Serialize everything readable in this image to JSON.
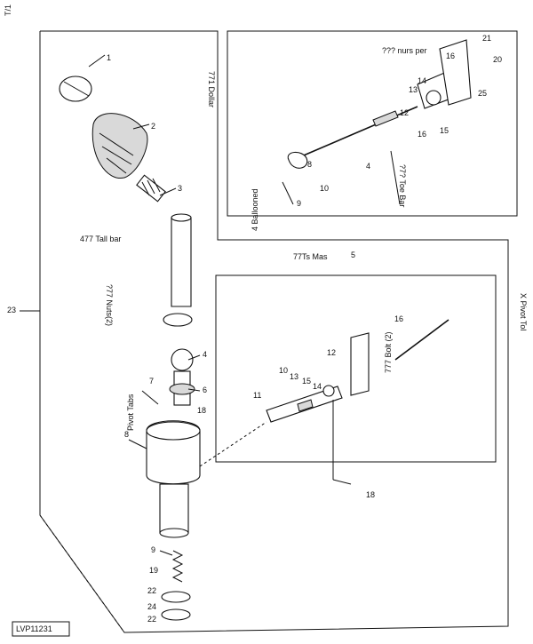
{
  "corner_code": "T/1",
  "figure_id": "LVP11231",
  "callouts": {
    "top_right_group": [
      "21",
      "20",
      "16",
      "14",
      "13",
      "12",
      "15",
      "25",
      "16",
      "4",
      "8",
      "10",
      "9"
    ],
    "right_group": [
      "5",
      "11",
      "12",
      "10",
      "13",
      "15",
      "14",
      "16",
      "18"
    ],
    "left_column": [
      "1",
      "2",
      "3",
      "4",
      "6",
      "7",
      "8",
      "9",
      "18",
      "19",
      "22",
      "24",
      "22",
      "23"
    ]
  },
  "rotated_texts": {
    "frame_label_left": "477 Tall bar",
    "frame_label_top": "?77 Nuts(2)",
    "frame_label_top_box": "771 Dollar",
    "frame_label_right": "X Pivot Tol",
    "box_text_1": "Pivot Tabs",
    "box_text_2": "777 Bolt (2)",
    "box_text_3": "?7? Toe Bar",
    "box_text_4": "4 Ballooned",
    "box_text_5": "77Ts Mas",
    "top_right_text": "??? nurs per"
  }
}
